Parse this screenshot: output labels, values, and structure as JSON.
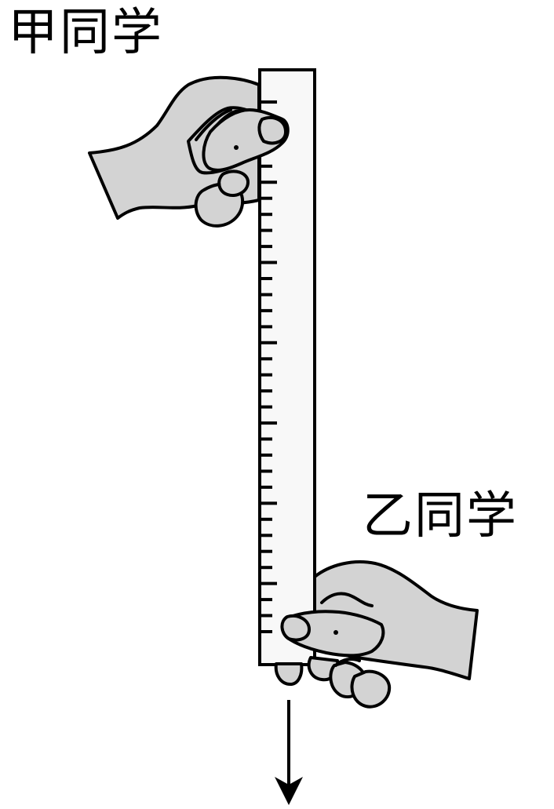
{
  "labels": {
    "student_a": "甲同学",
    "student_b": "乙同学"
  },
  "icons": {
    "ruler": "ruler-icon",
    "hand_top": "hand-holding-icon",
    "hand_bottom": "hand-ready-to-catch-icon",
    "arrow": "arrow-down-icon"
  },
  "colors": {
    "skin": "#d3d3d3",
    "ruler_fill": "#f8f8f8",
    "stroke": "#000000"
  },
  "ruler": {
    "tick_count": 34
  }
}
